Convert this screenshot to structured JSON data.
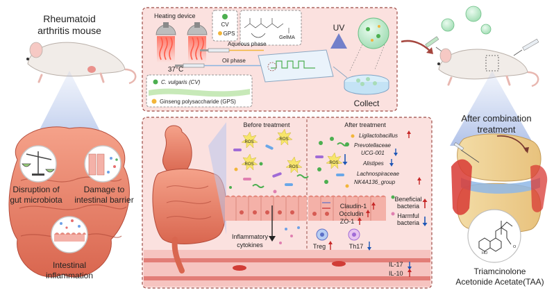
{
  "left": {
    "title_line1": "Rheumatoid",
    "title_line2": "arthritis mouse",
    "label_disruption_1": "Disruption of",
    "label_disruption_2": "gut microbiota",
    "label_damage_1": "Damage to",
    "label_damage_2": "intestinal barrier",
    "label_inflam_1": "Intestinal",
    "label_inflam_2": "inflammation"
  },
  "prep": {
    "heating_device": "Heating device",
    "temperature": "37°C",
    "cv": "CV",
    "gps": "GPS",
    "gelma": "GelMA",
    "aqueous_phase": "Aqueous phase",
    "oil_phase": "Oil phase",
    "legend_cv": "C. vulgaris (CV)",
    "legend_gps": "Ginseng polysaccharide (GPS)",
    "uv": "UV",
    "collect": "Collect"
  },
  "before": {
    "title": "Before treatment",
    "ros": "ROS",
    "cytokines_1": "Inflammatory",
    "cytokines_2": "cytokines"
  },
  "after": {
    "title": "After treatment",
    "ros": "ROS",
    "bacteria": [
      {
        "name": "Ligilactobacillus",
        "trend": "up"
      },
      {
        "name": "Prevotellaceae",
        "trend": ""
      },
      {
        "name": "UCG-001",
        "trend": "down"
      },
      {
        "name": "Alistipes",
        "trend": "down"
      },
      {
        "name": "Lachnospiraceae",
        "trend": ""
      },
      {
        "name": "NK4A136_group",
        "trend": "up"
      }
    ],
    "beneficial_1": "Beneficial",
    "beneficial_2": "bacteria",
    "harmful_1": "Harmful",
    "harmful_2": "bacteria",
    "claudin": "Claudin-1",
    "occludin": "Occludin",
    "zo1": "ZO-1",
    "treg": "Treg",
    "th17": "Th17",
    "il17": "IL-17",
    "il10": "IL-10"
  },
  "right": {
    "combo_1": "After combination",
    "combo_2": "treatment",
    "taa_1": "Triamcinolone",
    "taa_2": "Acetonide Acetate(TAA)",
    "mol_ho": "HO",
    "mol_o": "O"
  },
  "colors": {
    "panel_bg": "#fbe1df",
    "panel_border": "#9b4a44",
    "up_arrow": "#c62828",
    "down_arrow": "#1e56b5",
    "cv_green": "#4caf50",
    "gps_yellow": "#f2b53a"
  }
}
